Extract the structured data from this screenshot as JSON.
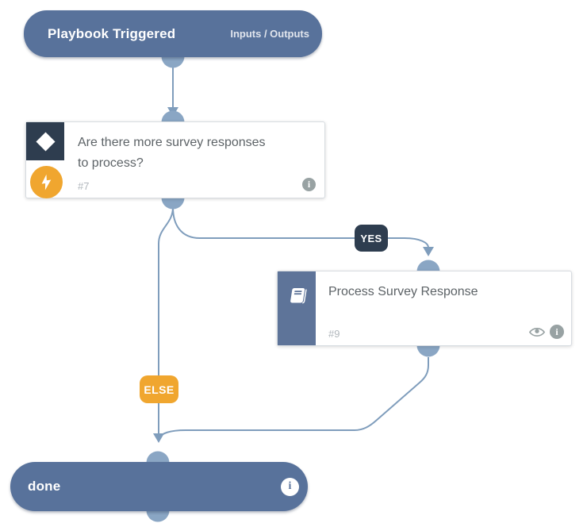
{
  "palette": {
    "node_blue": "#58729b",
    "strip_blue": "#5e7499",
    "navy": "#2e3d4f",
    "orange": "#f0a62f",
    "connector_line": "#7f9dbc",
    "connector_dot": "#8aa6c4",
    "title_text": "#5d6367",
    "muted_text": "#b1b7bc",
    "icon_gray": "#98a2a3"
  },
  "trigger": {
    "title": "Playbook Triggered",
    "link": "Inputs / Outputs"
  },
  "decision": {
    "title": "Are there more survey responses to process?",
    "id": "#7"
  },
  "branches": {
    "yes": "YES",
    "else": "ELSE"
  },
  "process": {
    "title": "Process Survey Response",
    "id": "#9"
  },
  "end": {
    "title": "done"
  },
  "icons": {
    "info_glyph": "i"
  }
}
